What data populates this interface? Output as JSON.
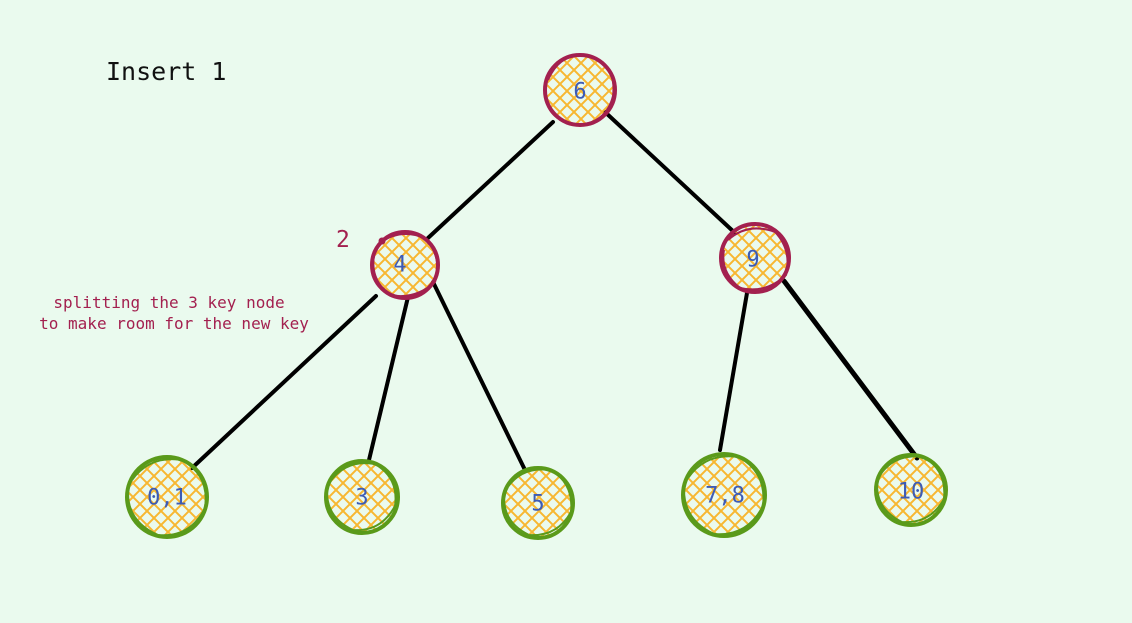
{
  "title": "Insert 1",
  "annotation": {
    "marker": "2",
    "line1": "splitting the 3 key node",
    "line2": "to make room for the new key"
  },
  "colors": {
    "background": "#eafaee",
    "internal_border": "#a3204f",
    "leaf_border": "#5a9a1a",
    "fill_hatch": "#f7b731",
    "label": "#3d5bb5",
    "annotation": "#a3204f",
    "edge": "#000000"
  },
  "tree": {
    "root": {
      "label": "6",
      "kind": "internal"
    },
    "internal": [
      {
        "label": "4",
        "kind": "internal"
      },
      {
        "label": "9",
        "kind": "internal"
      }
    ],
    "leaves": [
      {
        "label": "0,1",
        "kind": "leaf"
      },
      {
        "label": "3",
        "kind": "leaf"
      },
      {
        "label": "5",
        "kind": "leaf"
      },
      {
        "label": "7,8",
        "kind": "leaf"
      },
      {
        "label": "10",
        "kind": "leaf"
      }
    ]
  }
}
